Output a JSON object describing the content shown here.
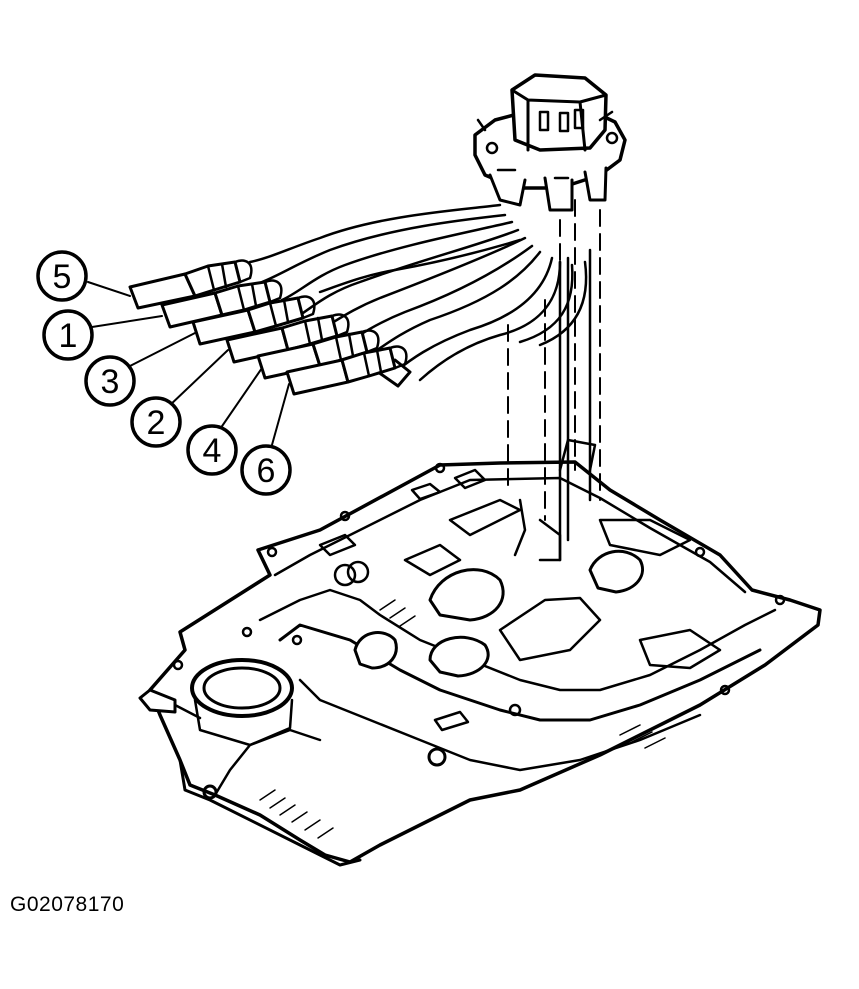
{
  "figure_id": "G02078170",
  "callouts": [
    {
      "key": "c5",
      "label": "5"
    },
    {
      "key": "c1",
      "label": "1"
    },
    {
      "key": "c3",
      "label": "3"
    },
    {
      "key": "c2",
      "label": "2"
    },
    {
      "key": "c4",
      "label": "4"
    },
    {
      "key": "c6",
      "label": "6"
    }
  ],
  "colors": {
    "ink": "#000000",
    "paper": "#ffffff"
  }
}
